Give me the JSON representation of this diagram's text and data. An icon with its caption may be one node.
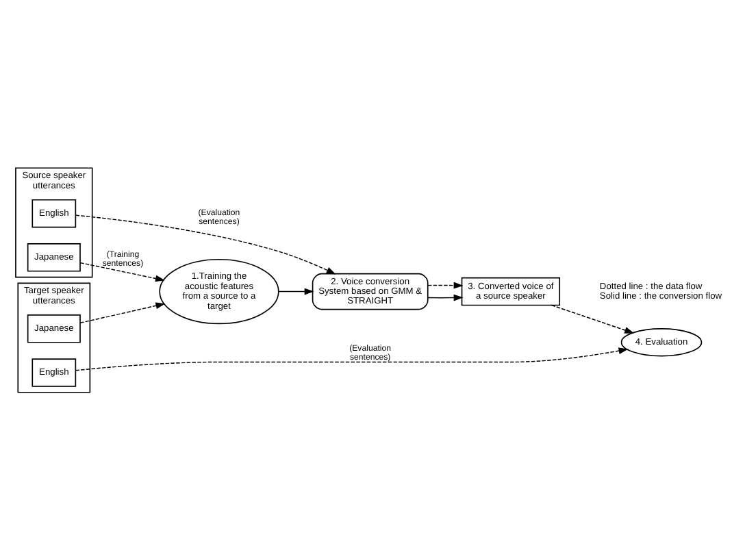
{
  "diagram": {
    "nodes": [
      {
        "text": [
          "Source speaker utterances"
        ]
      },
      {
        "text": [
          "English"
        ],
        "in": 0
      },
      {
        "text": [
          "Japanese"
        ],
        "in": 0
      },
      {
        "text": [
          "Target speaker utterances"
        ]
      },
      {
        "text": [
          "Japanese"
        ],
        "in": 3
      },
      {
        "text": [
          "English"
        ],
        "in": 3
      },
      {
        "text": [
          "1.Training the acoustic features from a source to a target"
        ]
      },
      {
        "text": [
          "2. Voice conversion System based on GMM & STRAIGHT"
        ]
      },
      {
        "text": [
          "3. Converted voice of a source speaker"
        ]
      },
      {
        "text": [
          "4. Evaluation"
        ]
      }
    ],
    "edges": [
      {
        "from": 1,
        "to": 7,
        "arrow": "to",
        "style": "dashed",
        "label": "(Evaluation sentences)"
      },
      {
        "from": 2,
        "to": 6,
        "arrow": "to",
        "style": "dashed",
        "label": "(Training sentences)"
      },
      {
        "from": 4,
        "to": 6,
        "arrow": "to",
        "style": "dashed"
      },
      {
        "from": 6,
        "to": 7,
        "arrow": "to"
      },
      {
        "from": 7,
        "to": 8,
        "arrow": "to"
      },
      {
        "from": 7,
        "to": 8,
        "arrow": "to",
        "style": "dashed"
      },
      {
        "from": 8,
        "to": 9,
        "arrow": "to",
        "style": "dashed"
      },
      {
        "from": 5,
        "to": 9,
        "arrow": "to",
        "style": "dashed",
        "label": "(Evaluation sentences)"
      }
    ],
    "labels": [
      "Dotted line : the data flow",
      "Solid line : the conversion flow"
    ]
  }
}
